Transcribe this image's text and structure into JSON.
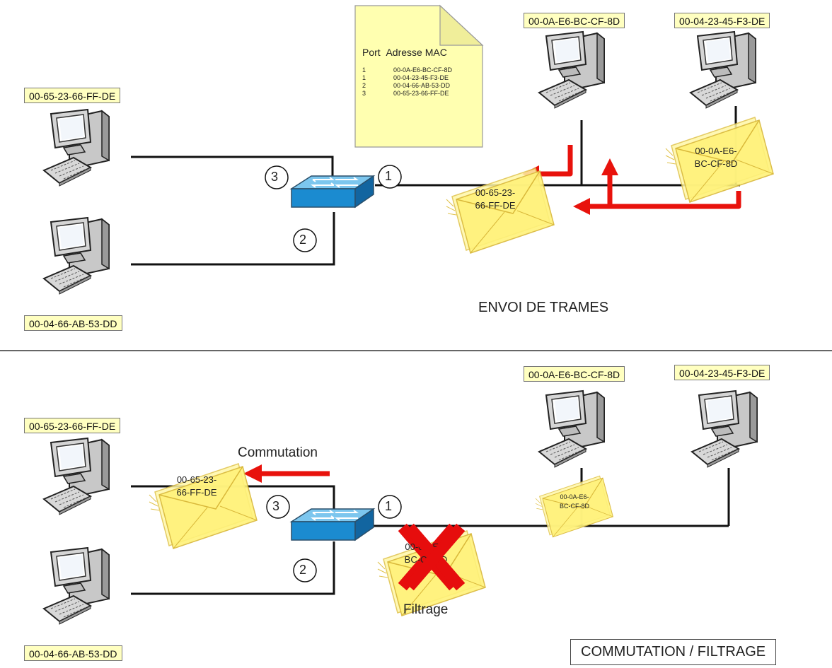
{
  "top": {
    "title": "ENVOI DE TRAMES",
    "hosts": [
      {
        "mac": "00-65-23-66-FF-DE"
      },
      {
        "mac": "00-04-66-AB-53-DD"
      },
      {
        "mac": "00-0A-E6-BC-CF-8D"
      },
      {
        "mac": "00-04-23-45-F3-DE"
      }
    ],
    "ports": [
      "3",
      "1",
      "2"
    ],
    "mac_table": {
      "header_port": "Port",
      "header_mac": "Adresse MAC",
      "rows": [
        {
          "port": "1",
          "mac": "00-0A-E6-BC-CF-8D"
        },
        {
          "port": "1",
          "mac": "00-04-23-45-F3-DE"
        },
        {
          "port": "2",
          "mac": "00-04-66-AB-53-DD"
        },
        {
          "port": "3",
          "mac": "00-65-23-66-FF-DE"
        }
      ]
    },
    "frames": [
      {
        "line1": "00-65-23-",
        "line2": "66-FF-DE"
      },
      {
        "line1": "00-0A-E6-",
        "line2": "BC-CF-8D"
      }
    ]
  },
  "bottom": {
    "title": "COMMUTATION / FILTRAGE",
    "hosts": [
      {
        "mac": "00-65-23-66-FF-DE"
      },
      {
        "mac": "00-04-66-AB-53-DD"
      },
      {
        "mac": "00-0A-E6-BC-CF-8D"
      },
      {
        "mac": "00-04-23-45-F3-DE"
      }
    ],
    "ports": [
      "3",
      "1",
      "2"
    ],
    "commutation_label": "Commutation",
    "filtrage_label": "Filtrage",
    "frames": [
      {
        "line1": "00-65-23-",
        "line2": "66-FF-DE"
      },
      {
        "line1": "00-0A-E6-",
        "line2": "BC-CF-8D"
      },
      {
        "line1": "00-0A-E6-",
        "line2": "BC-CF-8D"
      }
    ]
  },
  "colors": {
    "label_bg": "#ffffc0",
    "arrow": "#e8120c",
    "switch": "#1b8bd0",
    "envelope": "#fff27a"
  }
}
